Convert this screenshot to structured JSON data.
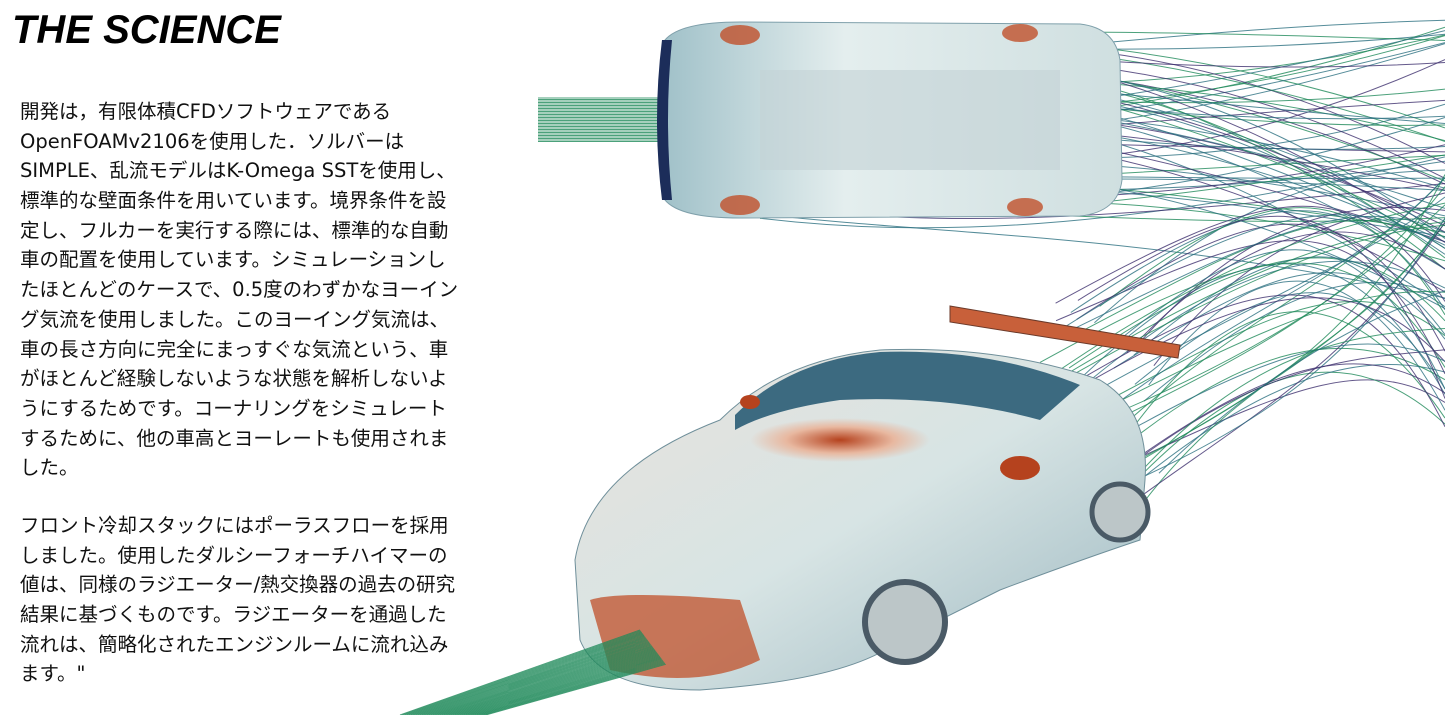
{
  "title": "THE SCIENCE",
  "paragraphs": [
    {
      "lines": [
        "開発は，有限体積CFDソフトウェアである",
        "OpenFOAMv2106を使用した．ソルバーは",
        "SIMPLE、乱流モデルはK-Omega SSTを使用し、",
        "標準的な壁面条件を用いています。境界条件を設",
        "定し、フルカーを実行する際には、標準的な自動",
        "車の配置を使用しています。シミュレーションし",
        "たほとんどのケースで、0.5度のわずかなヨーイン",
        "グ気流を使用しました。このヨーイング気流は、",
        "車の長さ方向に完全にまっすぐな気流という、車",
        "がほとんど経験しないような状態を解析しないよ",
        "うにするためです。コーナリングをシミュレート",
        "するために、他の車高とヨーレートも使用されま",
        "した。"
      ]
    },
    {
      "lines": [
        "フロント冷却スタックにはポーラスフローを採用",
        "しました。使用したダルシーフォーチハイマーの",
        "値は、同様のラジエーター/熱交換器の過去の研究",
        "結果に基づくものです。ラジエーターを通過した",
        "流れは、簡略化されたエンジンルームに流れ込み",
        "ます。\""
      ]
    }
  ],
  "colors": {
    "streamline_green": "#1f8a5a",
    "streamline_teal": "#2a6f7f",
    "streamline_purple": "#3d2f6e",
    "body_light": "#d9e6e6",
    "pressure_red": "#c0502a"
  }
}
